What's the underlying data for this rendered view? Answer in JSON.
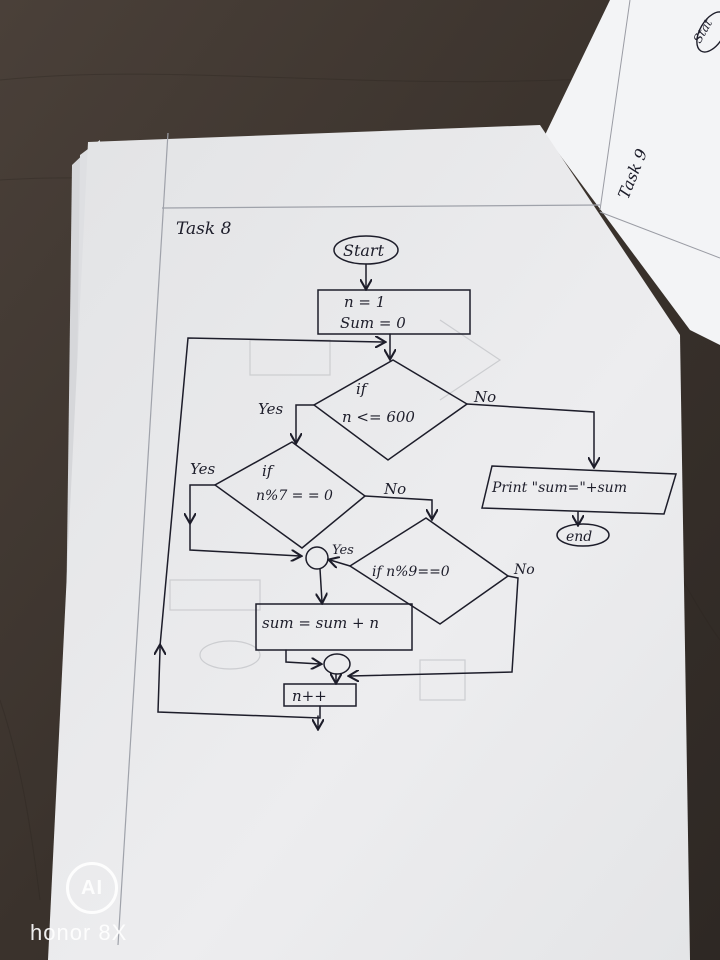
{
  "header": {
    "title": "Task 8"
  },
  "side_page": {
    "label": "Task 9",
    "corner_text": "Stat"
  },
  "flowchart": {
    "start": "Start",
    "init_line1": "n = 1",
    "init_line2": "Sum = 0",
    "cond1_if": "if",
    "cond1_expr": "n <= 600",
    "cond1_yes": "Yes",
    "cond1_no": "No",
    "cond2_if": "if",
    "cond2_expr": "n%7 = = 0",
    "cond2_yes": "Yes",
    "cond2_no": "No",
    "cond3_expr": "if n%9==0",
    "cond3_yes": "Yes",
    "cond3_no": "No",
    "sum_step": "sum = sum + n",
    "increment": "n++",
    "print": "Print \"sum=\"+sum",
    "end": "end"
  },
  "watermark": {
    "logo": "AI",
    "brand": "honor 8X"
  },
  "colors": {
    "desk": "#3d3530",
    "paper": "#ededee",
    "ink": "#1d1d2a"
  }
}
